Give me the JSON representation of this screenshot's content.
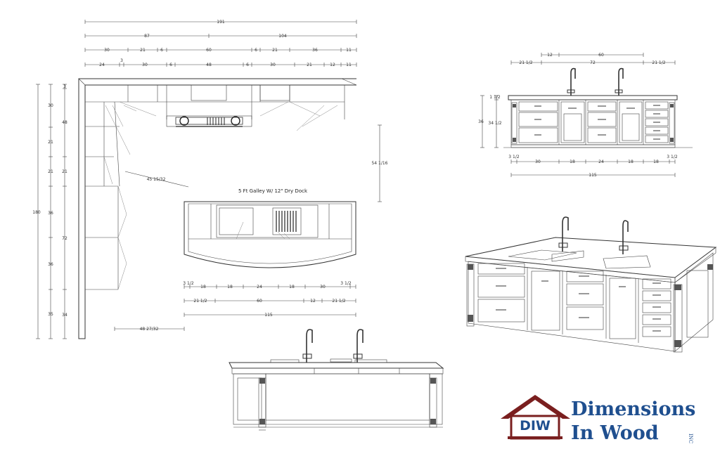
{
  "plan": {
    "title": "5 Ft Galley W/ 12\" Dry Dock",
    "top_total": "191",
    "top_row2": [
      "87",
      "104"
    ],
    "top_row3": [
      "30",
      "21",
      "6",
      "60",
      "6",
      "21",
      "36",
      "11"
    ],
    "top_row4_small": "3",
    "top_row4": [
      "24",
      "30",
      "6",
      "48",
      "6",
      "30",
      "21",
      "12",
      "11"
    ],
    "left_total": "180",
    "left_col1": [
      "30",
      "21",
      "21",
      "36",
      "36",
      "35"
    ],
    "left_col2": [
      "3",
      "48",
      "21",
      "72",
      "34"
    ],
    "diag_label": "45 15/32",
    "right_vert": "54 1/16",
    "island_row1": [
      "3 1/2",
      "18",
      "18",
      "24",
      "18",
      "30",
      "3 1/2"
    ],
    "island_row2": [
      "21 1/2",
      "60",
      "12",
      "21 1/2"
    ],
    "island_total": "115",
    "bottom_offset": "48 27/32"
  },
  "elevation": {
    "top_row1": [
      "12",
      "60"
    ],
    "top_row2": [
      "21 1/2",
      "72",
      "21 1/2"
    ],
    "left_total": "36",
    "left_parts": [
      "1 1/2",
      "34 1/2"
    ],
    "bottom_row1": [
      "3 1/2",
      "30",
      "18",
      "24",
      "18",
      "18",
      "3 1/2"
    ],
    "bottom_total": "115"
  },
  "logo": {
    "initials": "DIW",
    "line1": "Dimensions",
    "line2": "In Wood",
    "suffix": "INC",
    "color": "#1f4f8f",
    "roof_color": "#7a1f1f"
  }
}
